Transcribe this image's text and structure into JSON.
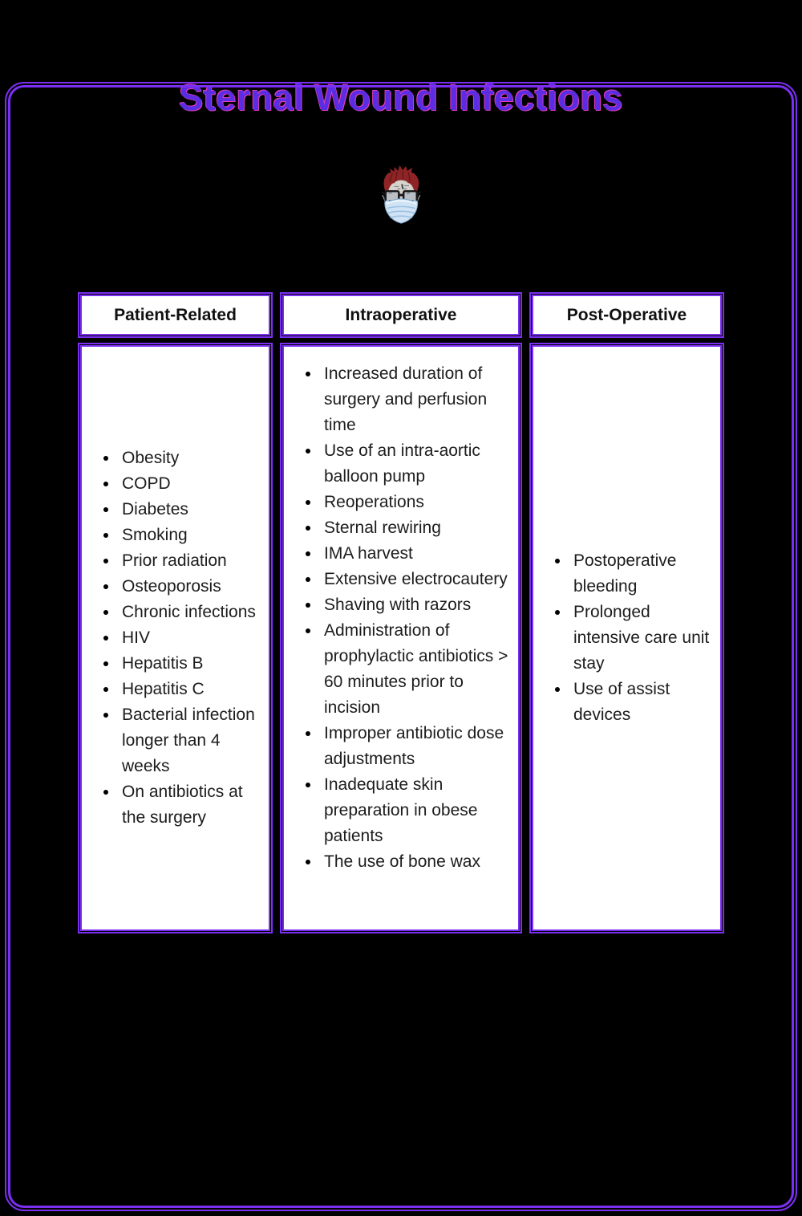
{
  "page": {
    "title": "Sternal Wound Infections"
  },
  "colors": {
    "title": "#5a2ce2",
    "title_glow": "#e13dc0",
    "border": "#7b2ff2",
    "box_background": "#ffffff",
    "text": "#1c1c1c",
    "background": "#000000"
  },
  "icon": {
    "name": "doctor-face-with-surgical-mask"
  },
  "columns": [
    {
      "header": "Patient-Related",
      "items": [
        "Obesity",
        "COPD",
        "Diabetes",
        "Smoking",
        "Prior radiation",
        "Osteoporosis",
        "Chronic infections",
        "HIV",
        "Hepatitis B",
        "Hepatitis C",
        "Bacterial infection longer than 4 weeks",
        "On antibiotics at the surgery"
      ]
    },
    {
      "header": "Intraoperative",
      "items": [
        "Increased duration of surgery and perfusion time",
        "Use of an intra-aortic balloon pump",
        "Reoperations",
        "Sternal rewiring",
        "IMA harvest",
        "Extensive electrocautery",
        "Shaving with razors",
        "Administration of prophylactic antibiotics > 60 minutes prior to incision",
        "Improper antibiotic dose adjustments",
        "Inadequate skin preparation in obese patients",
        "The use of bone wax"
      ]
    },
    {
      "header": "Post-Operative",
      "items": [
        "Postoperative bleeding",
        "Prolonged intensive care unit stay",
        "Use of assist devices"
      ]
    }
  ]
}
